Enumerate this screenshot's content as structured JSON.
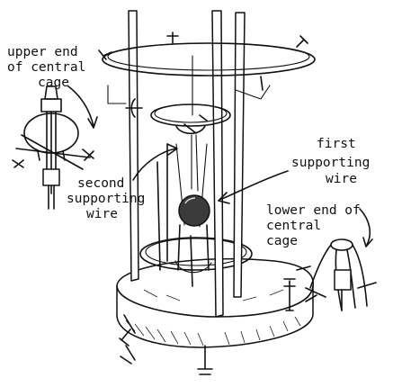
{
  "labels": {
    "upper_end": [
      "upper end",
      "of central",
      "cage"
    ],
    "second_wire": [
      "second",
      "supporting",
      "wire"
    ],
    "first_wire": [
      "first",
      "supporting",
      "wire"
    ],
    "lower_end": [
      "lower end of",
      "central",
      "cage"
    ]
  }
}
